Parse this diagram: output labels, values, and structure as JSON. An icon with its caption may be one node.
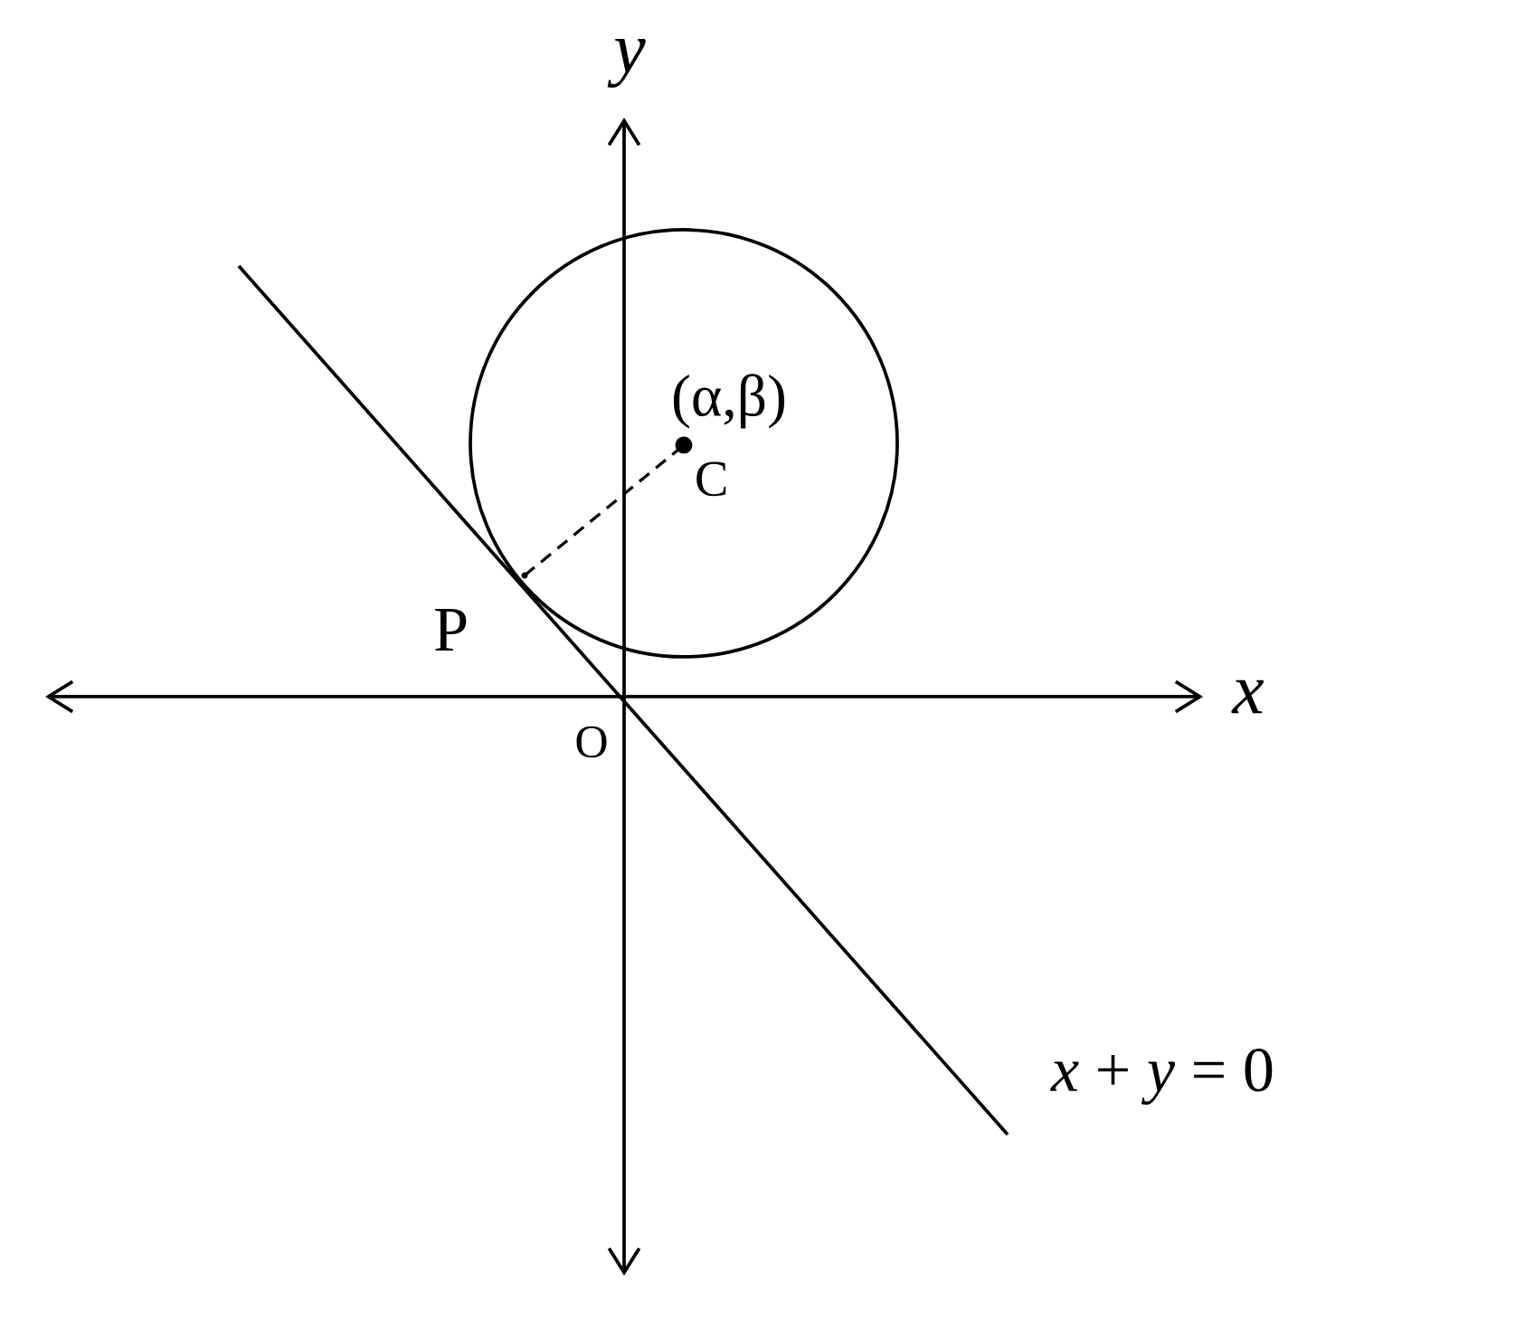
{
  "diagram": {
    "nodes": [
      {
        "text": [
          "P"
        ]
      },
      {
        "text": [
          "C"
        ],
        "beside": [
          "(α,β)"
        ]
      }
    ],
    "edges": [
      {
        "from": 0,
        "to": 1,
        "arrow": "none",
        "style": "dashed"
      }
    ],
    "labels": [
      "y",
      "x",
      "O",
      "*x* + *y* = 0"
    ]
  }
}
